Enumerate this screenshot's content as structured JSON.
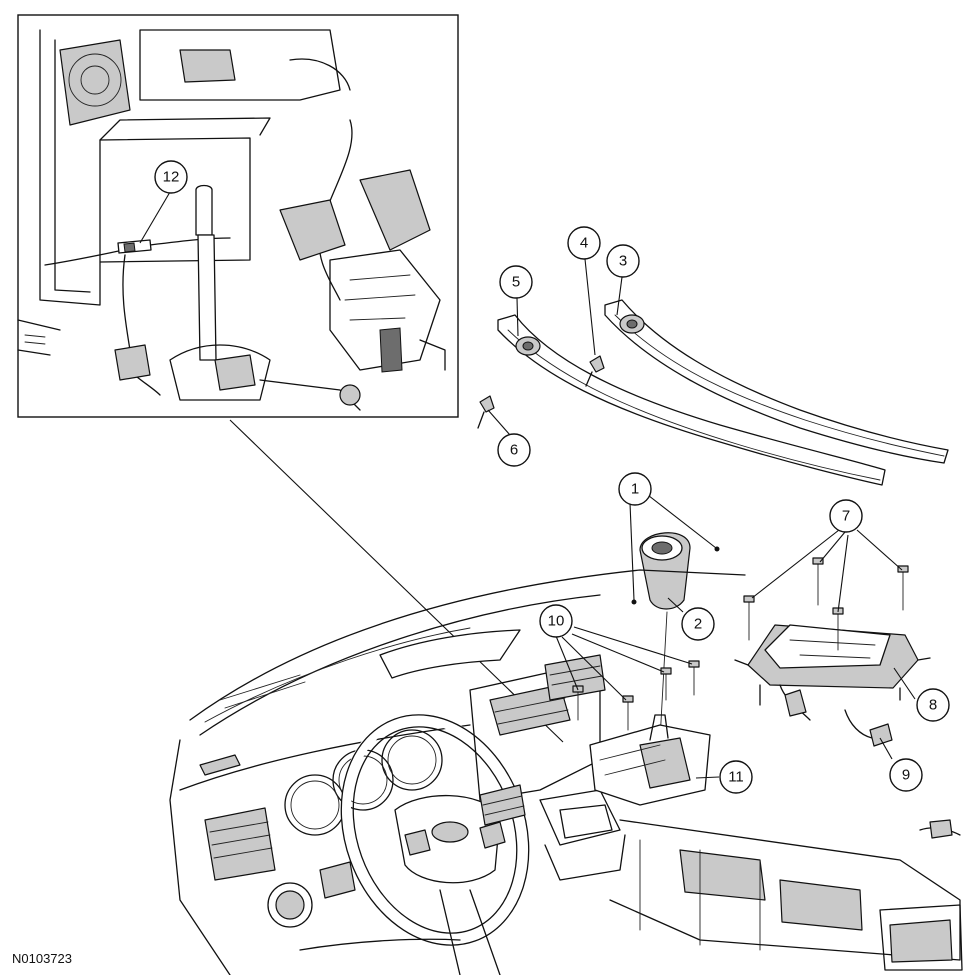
{
  "figure_id": "N0103723",
  "callouts": [
    {
      "label": "1"
    },
    {
      "label": "2"
    },
    {
      "label": "3"
    },
    {
      "label": "4"
    },
    {
      "label": "5"
    },
    {
      "label": "6"
    },
    {
      "label": "7"
    },
    {
      "label": "8"
    },
    {
      "label": "9"
    },
    {
      "label": "10"
    },
    {
      "label": "11"
    },
    {
      "label": "12"
    }
  ]
}
